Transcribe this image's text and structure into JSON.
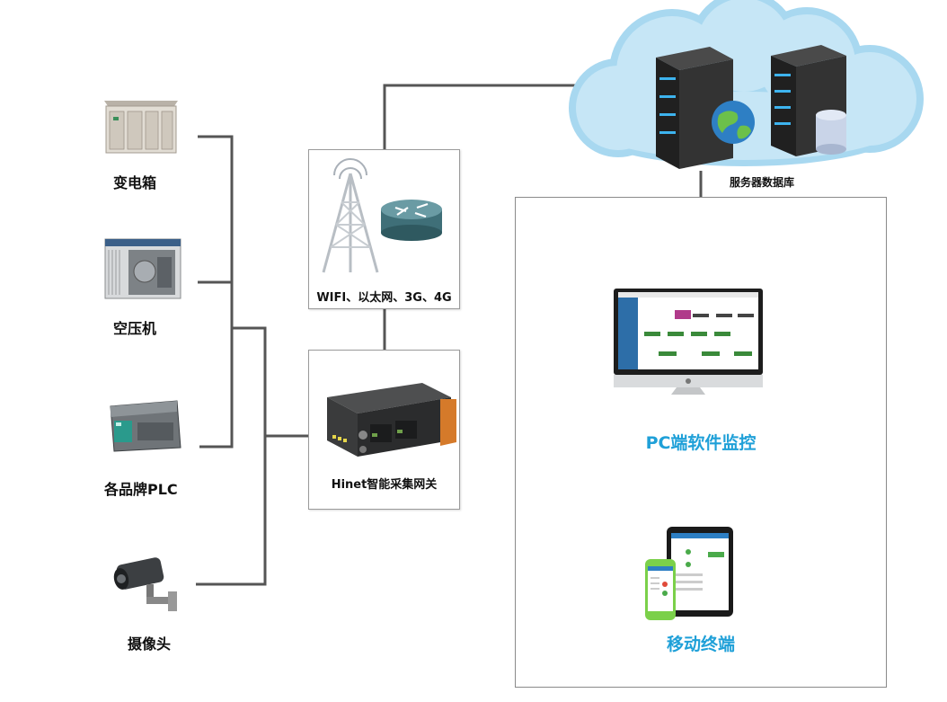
{
  "devices": {
    "transformer": "变电箱",
    "compressor": "空压机",
    "plc": "各品牌PLC",
    "camera": "摄像头"
  },
  "network": {
    "label": "WIFI、以太网、3G、4G"
  },
  "gateway": {
    "label": "Hinet智能采集网关"
  },
  "cloud": {
    "label": "服务器数据库"
  },
  "clients": {
    "pc": "PC端软件监控",
    "mobile": "移动终端"
  }
}
